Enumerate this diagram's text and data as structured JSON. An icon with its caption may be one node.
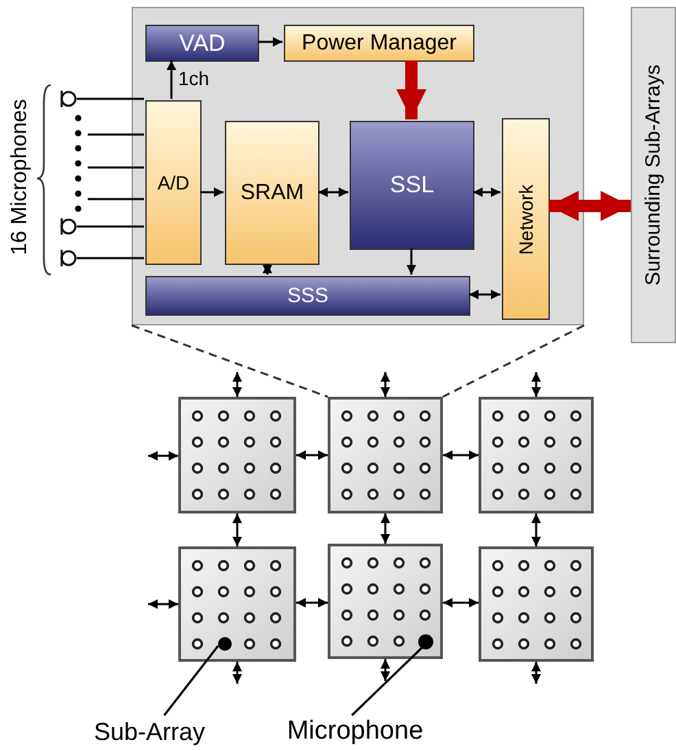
{
  "diagram": {
    "nodes": [
      {
        "text": [],
        "shape": "box"
      },
      {
        "text": [
          "VAD"
        ],
        "in": 0
      },
      {
        "text": [
          "Power Manager"
        ],
        "in": 0
      },
      {
        "text": [
          "A/D"
        ],
        "in": 0
      },
      {
        "text": [
          "SRAM"
        ],
        "in": 0
      },
      {
        "text": [
          "SSL"
        ],
        "in": 0
      },
      {
        "text": [
          "Network"
        ],
        "in": 0
      },
      {
        "text": [
          "SSS"
        ],
        "in": 0
      },
      {
        "text": [
          "Surrounding Sub-Arrays"
        ]
      },
      {
        "text": [],
        "shape": "circle"
      },
      {
        "text": [],
        "shape": "circle"
      },
      {
        "text": [],
        "shape": "circle"
      },
      {
        "text": [],
        "shape": "box"
      },
      {
        "text": [],
        "shape": "box"
      },
      {
        "text": [],
        "shape": "box"
      },
      {
        "text": [],
        "shape": "box"
      },
      {
        "text": [],
        "shape": "box"
      },
      {
        "text": [],
        "shape": "box"
      },
      {
        "text": [],
        "shape": "circle",
        "in": 15
      },
      {
        "text": [],
        "shape": "circle",
        "in": 16
      },
      {
        "text": [
          "Sub-Array"
        ]
      },
      {
        "text": [
          "Microphone"
        ]
      }
    ],
    "edges": [
      {
        "from": 3,
        "to": 1,
        "arrow": "to",
        "label": "1ch"
      },
      {
        "from": 1,
        "to": 2,
        "arrow": "to"
      },
      {
        "from": 2,
        "to": 5,
        "arrow": "to",
        "style": "thick",
        "color": "#c00000"
      },
      {
        "from": 3,
        "to": 4,
        "arrow": "to"
      },
      {
        "from": 4,
        "to": 5,
        "arrow": "both"
      },
      {
        "from": 5,
        "to": 6,
        "arrow": "both"
      },
      {
        "from": 4,
        "to": 7,
        "arrow": "both"
      },
      {
        "from": 5,
        "to": 7,
        "arrow": "to"
      },
      {
        "from": 7,
        "to": 6,
        "arrow": "both"
      },
      {
        "from": 6,
        "to": 8,
        "arrow": "both",
        "style": "thick",
        "color": "#c00000"
      },
      {
        "from": 9,
        "to": 3,
        "arrow": "none"
      },
      {
        "from": null,
        "to": 3,
        "arrow": "none"
      },
      {
        "from": null,
        "to": 3,
        "arrow": "none"
      },
      {
        "from": null,
        "to": 3,
        "arrow": "none"
      },
      {
        "from": 10,
        "to": 3,
        "arrow": "none"
      },
      {
        "from": 11,
        "to": 3,
        "arrow": "none"
      },
      {
        "from": 0,
        "to": 13,
        "arrow": "none",
        "style": "dashed"
      },
      {
        "from": 0,
        "to": 13,
        "arrow": "none",
        "style": "dashed"
      },
      {
        "from": 12,
        "to": 13,
        "arrow": "both"
      },
      {
        "from": 13,
        "to": 14,
        "arrow": "both"
      },
      {
        "from": 15,
        "to": 16,
        "arrow": "both"
      },
      {
        "from": 16,
        "to": 17,
        "arrow": "both"
      },
      {
        "from": 12,
        "to": 15,
        "arrow": "both"
      },
      {
        "from": 13,
        "to": 16,
        "arrow": "both"
      },
      {
        "from": 14,
        "to": 17,
        "arrow": "both"
      },
      {
        "from": null,
        "to": 12,
        "arrow": "both"
      },
      {
        "from": null,
        "to": 15,
        "arrow": "both"
      },
      {
        "from": null,
        "to": 12,
        "arrow": "both"
      },
      {
        "from": null,
        "to": 13,
        "arrow": "both"
      },
      {
        "from": null,
        "to": 14,
        "arrow": "both"
      },
      {
        "from": null,
        "to": 15,
        "arrow": "both"
      },
      {
        "from": null,
        "to": 16,
        "arrow": "both"
      },
      {
        "from": null,
        "to": 17,
        "arrow": "both"
      },
      {
        "from": 20,
        "to": 18,
        "arrow": "none"
      },
      {
        "from": 21,
        "to": 19,
        "arrow": "none"
      }
    ],
    "labels": [
      "16 Microphones"
    ]
  }
}
